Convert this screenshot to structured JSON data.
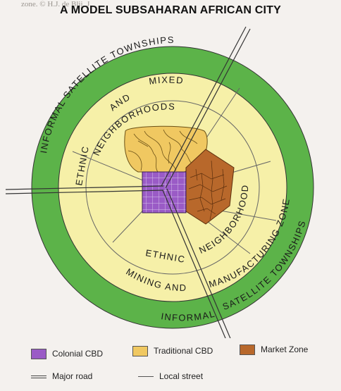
{
  "header": {
    "caption_fragment": "zone.  © H.J. de Blij, J.",
    "title": "A MODEL SUBSAHARAN AFRICAN CITY"
  },
  "zones": {
    "outer_top": "INFORMAL SATELLITE TOWNSHIPS",
    "outer_bottom_right": "SATELLITE TOWNSHIPS",
    "outer_bottom": "INFORMAL",
    "mixed": "MIXED",
    "and": "AND",
    "neighborhoods_top": "NEIGHBORHOODS",
    "ethnic_left": "ETHNIC",
    "ethnic_bottom": "ETHNIC",
    "neighborhoods_right": "NEIGHBORHOODS",
    "mining_and": "MINING AND",
    "manufacturing": "MANUFACTURING ZONE"
  },
  "legend": {
    "colonial_cbd": "Colonial CBD",
    "traditional_cbd": "Traditional CBD",
    "market_zone": "Market Zone",
    "major_road": "Major road",
    "local_street": "Local street"
  },
  "colors": {
    "outer_ring": "#5cb349",
    "inner_ring": "#f6f0a8",
    "colonial_cbd": "#9a5bc6",
    "traditional_cbd": "#f0c861",
    "market_zone": "#b8682b"
  }
}
